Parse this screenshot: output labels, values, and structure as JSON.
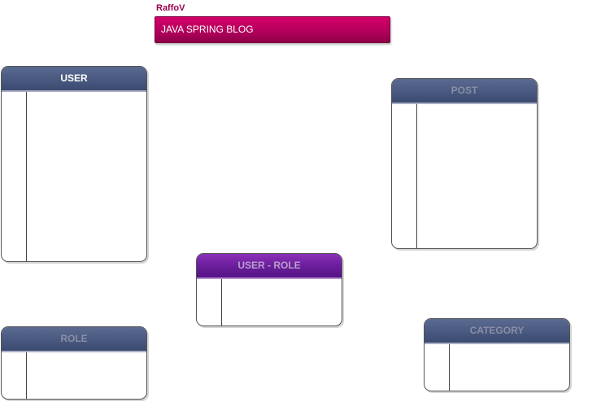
{
  "diagram": {
    "author": "RaffoV",
    "title": "JAVA SPRING BLOG",
    "accent_color": "#b0005a",
    "header_color": "#4a5a80",
    "join_header_color": "#6c1e9c"
  },
  "entities": {
    "user": {
      "name": "USER"
    },
    "post": {
      "name": "POST"
    },
    "user_role": {
      "name": "USER - ROLE"
    },
    "role": {
      "name": "ROLE"
    },
    "category": {
      "name": "CATEGORY"
    }
  }
}
